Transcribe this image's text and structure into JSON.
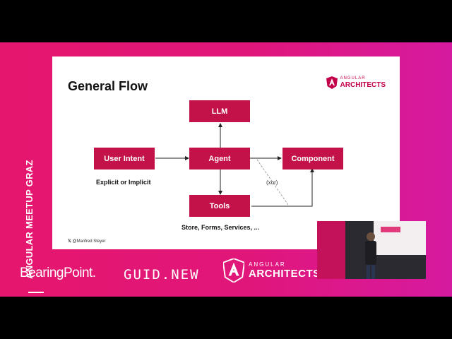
{
  "side_label": "ANGULAR MEETUP GRAZ",
  "slide": {
    "title": "General Flow",
    "logo_small": "ANGULAR",
    "logo_big": "ARCHITECTS",
    "boxes": {
      "llm": "LLM",
      "user_intent": "User Intent",
      "agent": "Agent",
      "component": "Component",
      "tools": "Tools"
    },
    "captions": {
      "user_intent": "Explicit or Implicit",
      "tools": "Store, Forms, Services, ..."
    },
    "xor": "(xor)",
    "handle": "@Manfred Steyer"
  },
  "bottom": {
    "bearingpoint": "BearingPoint.",
    "guid": "GUID.NEW",
    "aa_small": "ANGULAR",
    "aa_big": "ARCHITECTS"
  },
  "colors": {
    "accent": "#c3124a",
    "brand_pink": "#e5166d"
  }
}
